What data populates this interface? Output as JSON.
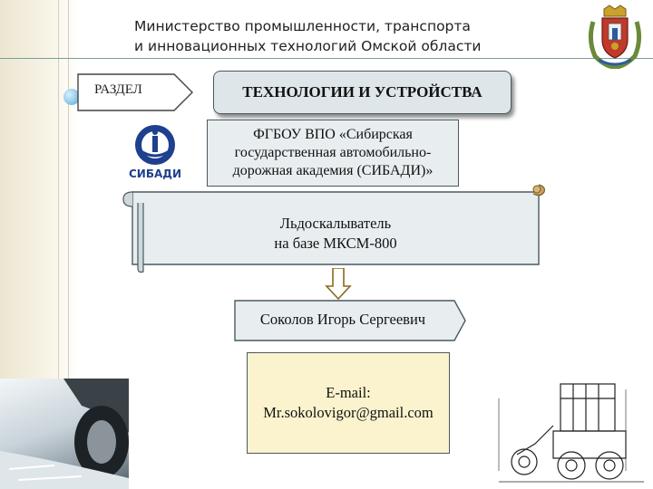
{
  "header": {
    "ministry_line1": "Министерство промышленности, транспорта",
    "ministry_line2": "и инновационных технологий Омской области"
  },
  "section": {
    "label": "РАЗДЕЛ",
    "value": "ТЕХНОЛОГИИ И УСТРОЙСТВА"
  },
  "organization": {
    "logo_text": "СИБАДИ",
    "line1": "ФГБОУ ВПО «Сибирская",
    "line2": "государственная автомобильно-",
    "line3": "дорожная академия (СИБАДИ)»"
  },
  "project": {
    "line1": "Льдоскалыватель",
    "line2": "на базе МКСМ-800"
  },
  "author": {
    "name": "Соколов Игорь Сергеевич"
  },
  "contact": {
    "email_label": "E-mail:",
    "email": "Mr.sokolovigor@gmail.com"
  },
  "colors": {
    "box_fill": "#e8eef0",
    "scroll_fill": "#e8eef0",
    "email_fill": "#fbf3cd",
    "border": "#4a5960"
  }
}
